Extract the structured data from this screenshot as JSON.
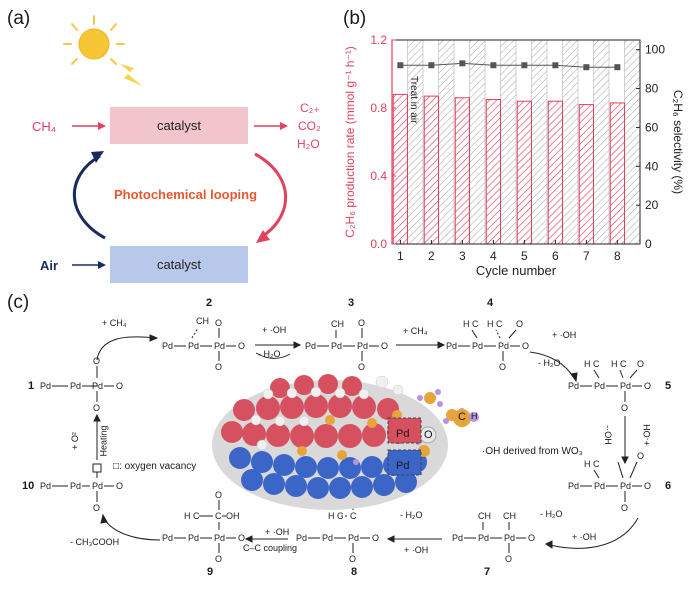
{
  "panel_a": {
    "label": "(a)",
    "reactant": "CH₄",
    "top_box": "catalyst",
    "bottom_box": "catalyst",
    "air": "Air",
    "loop": "Photochemical looping",
    "products": [
      "C₂₊",
      "CO₂",
      "H₂O"
    ],
    "colors": {
      "top_box": "#f2c4cc",
      "bottom_box": "#b8c8ea",
      "arrow_red": "#e0415d",
      "arrow_navy": "#1b2a5e",
      "loop_text": "#e9572f"
    }
  },
  "panel_c": {
    "label": "(c)",
    "compound_numbers": [
      "1",
      "2",
      "3",
      "4",
      "5",
      "6",
      "7",
      "8",
      "9",
      "10"
    ],
    "labels": {
      "plus_ch4_1": "+ CH₄",
      "plus_oh_2": "+ ·OH",
      "minus_h2o_2": "- H₂O",
      "plus_ch4_3": "+ CH₄",
      "plus_oh_4": "+ ·OH",
      "minus_h2o_4": "- H₂O",
      "minus_oh_5": "-·OH",
      "plus_oh_5": "+·OH",
      "minus_h2o_6": "- H₂O",
      "plus_oh_6": "+ ·OH",
      "minus_h2o_7": "- H₂O",
      "plus_oh_7": "+ ·OH",
      "plus_oh_8": "+ ·OH",
      "cc_coupling": "C–C coupling",
      "minus_acid": "- CH₃COOH",
      "heating": "Heating",
      "plus_o2": "+ O²",
      "vacancy": "□: oxygen vacancy",
      "oh_wo3": "·OH derived from WO₃",
      "pd_top": "Pd",
      "pd_bottom": "Pd",
      "o_atom": "O",
      "c_atom": "C",
      "h_atom": "H"
    },
    "atoms": {
      "pd": "Pd",
      "o": "O"
    }
  },
  "chart_data": {
    "type": "bar",
    "label": "(b)",
    "categories": [
      "1",
      "2",
      "3",
      "4",
      "5",
      "6",
      "7",
      "8"
    ],
    "series": [
      {
        "values": [
          0.88,
          0.87,
          0.86,
          0.85,
          0.84,
          0.84,
          0.82,
          0.83
        ],
        "color": "#e0415d"
      },
      {
        "values": [
          92,
          92,
          93,
          92,
          92,
          92,
          91,
          91
        ],
        "axis": "right",
        "color": "#555555"
      }
    ],
    "xlabel": "Cycle number",
    "ylabel": "C₂H₆ production rate (mmol g⁻¹ h⁻¹)",
    "y2label": "C₂H₆ selectivity (%)",
    "ylim": [
      0.0,
      1.2
    ],
    "y2lim": [
      0,
      105
    ],
    "yticks": [
      "0.0",
      "0.4",
      "0.8",
      "1.2"
    ],
    "y2ticks": [
      "0",
      "20",
      "40",
      "60",
      "80",
      "100"
    ],
    "annotation": "Treat in air",
    "grid": false
  }
}
